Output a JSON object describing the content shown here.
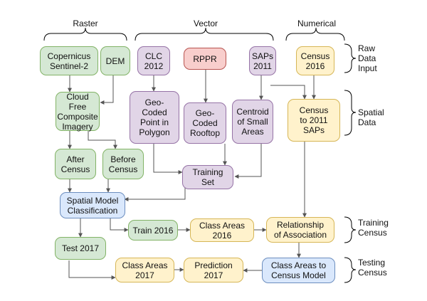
{
  "headers": {
    "raster": "Raster",
    "vector": "Vector",
    "numerical": "Numerical"
  },
  "side_labels": {
    "raw": "Raw\nData\nInput",
    "spatial": "Spatial\nData",
    "training": "Training\nCensus",
    "testing": "Testing\nCensus"
  },
  "nodes": {
    "copernicus": "Copernicus\nSentinel-2",
    "dem": "DEM",
    "clc": "CLC\n2012",
    "rppr": "RPPR",
    "saps": "SAPs\n2011",
    "census2016": "Census\n2016",
    "cloudfree": "Cloud Free\nComposite\nImagery",
    "geocoded_point": "Geo-\nCoded\nPoint in\nPolygon",
    "geocoded_rooftop": "Geo-\nCoded\nRooftop",
    "centroid": "Centroid\nof Small\nAreas",
    "census_to_saps": "Census\nto 2011\nSAPs",
    "after_census": "After\nCensus",
    "before_census": "Before\nCensus",
    "training_set": "Training\nSet",
    "spatial_model": "Spatial Model\nClassification",
    "train2016": "Train 2016",
    "class_areas_2016": "Class Areas\n2016",
    "relationship": "Relationship\nof Association",
    "test2017": "Test 2017",
    "class_areas_2017": "Class Areas\n2017",
    "prediction": "Prediction\n2017",
    "census_model": "Class Areas to\nCensus Model"
  }
}
